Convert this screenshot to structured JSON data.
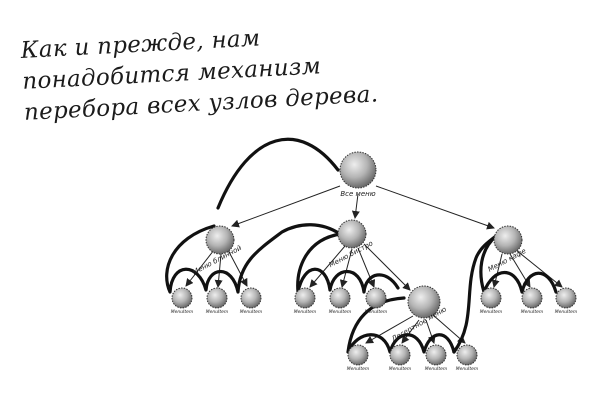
{
  "caption": {
    "line1": "Как и прежде, нам",
    "line2": "понадобится механизм",
    "line3": "перебора всех узлов дерева."
  },
  "tree": {
    "root": {
      "label": "Все меню"
    },
    "menus": [
      {
        "label": "Меню блинной"
      },
      {
        "label": "Меню бистро"
      },
      {
        "label": "Меню кафе"
      }
    ],
    "submenu": {
      "label": "Десертное меню"
    },
    "leaf_label": "MenuItem"
  }
}
